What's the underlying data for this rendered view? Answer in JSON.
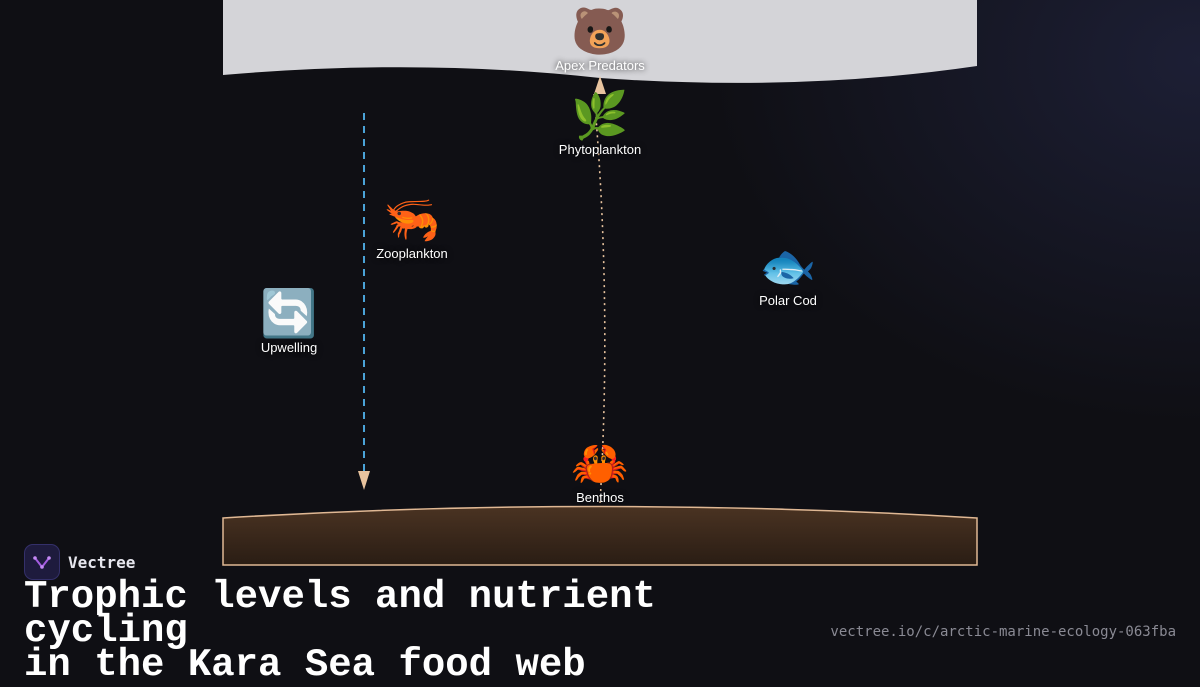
{
  "diagram": {
    "nodes": [
      {
        "id": "apex",
        "label": "Apex Predators",
        "icon": "polar-bear-icon",
        "glyph": "🐻"
      },
      {
        "id": "phyto",
        "label": "Phytoplankton",
        "icon": "seaweed-icon",
        "glyph": "🌿"
      },
      {
        "id": "zoo",
        "label": "Zooplankton",
        "icon": "shrimp-icon",
        "glyph": "🦐"
      },
      {
        "id": "cod",
        "label": "Polar Cod",
        "icon": "fish-icon",
        "glyph": "🐟"
      },
      {
        "id": "up",
        "label": "Upwelling",
        "icon": "cycle-arrows-icon",
        "glyph": "🔄"
      },
      {
        "id": "benthos",
        "label": "Benthos",
        "icon": "crab-icon",
        "glyph": "🦀"
      }
    ],
    "links": [
      {
        "from": "surface",
        "to": "seafloor",
        "style": "dashed",
        "color": "#4aa3d8"
      },
      {
        "from": "benthos",
        "to": "apex",
        "style": "dotted",
        "color": "#e8c39e"
      }
    ],
    "colors": {
      "surface": "#d4d4d8",
      "seafloor": "#3a2a1e",
      "seafloor_edge": "#e0b894",
      "arrow_head": "#e8c39e"
    }
  },
  "brand": {
    "name": "Vectree",
    "icon": "vectree-logo-icon"
  },
  "title": {
    "line1": "Trophic levels and nutrient cycling",
    "line2": "in the Kara Sea food web"
  },
  "url": "vectree.io/c/arctic-marine-ecology-063fba"
}
